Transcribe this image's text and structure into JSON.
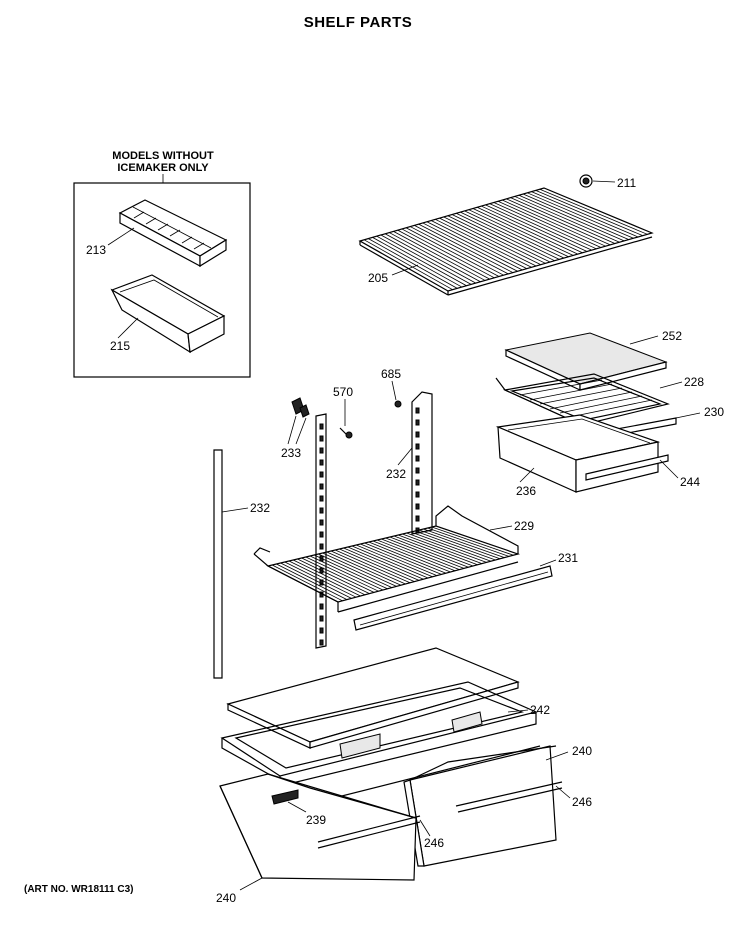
{
  "title": "SHELF PARTS",
  "box": {
    "line1": "MODELS WITHOUT",
    "line2": "ICEMAKER ONLY"
  },
  "callouts": {
    "c211": "211",
    "c205": "205",
    "c213": "213",
    "c215": "215",
    "c252": "252",
    "c228": "228",
    "c230": "230",
    "c244": "244",
    "c236": "236",
    "c570": "570",
    "c685": "685",
    "c233": "233",
    "c232a": "232",
    "c232b": "232",
    "c229": "229",
    "c231": "231",
    "c242": "242",
    "c240a": "240",
    "c246a": "246",
    "c246b": "246",
    "c239": "239",
    "c240b": "240"
  },
  "art_number": "(ART NO. WR18111 C3)"
}
